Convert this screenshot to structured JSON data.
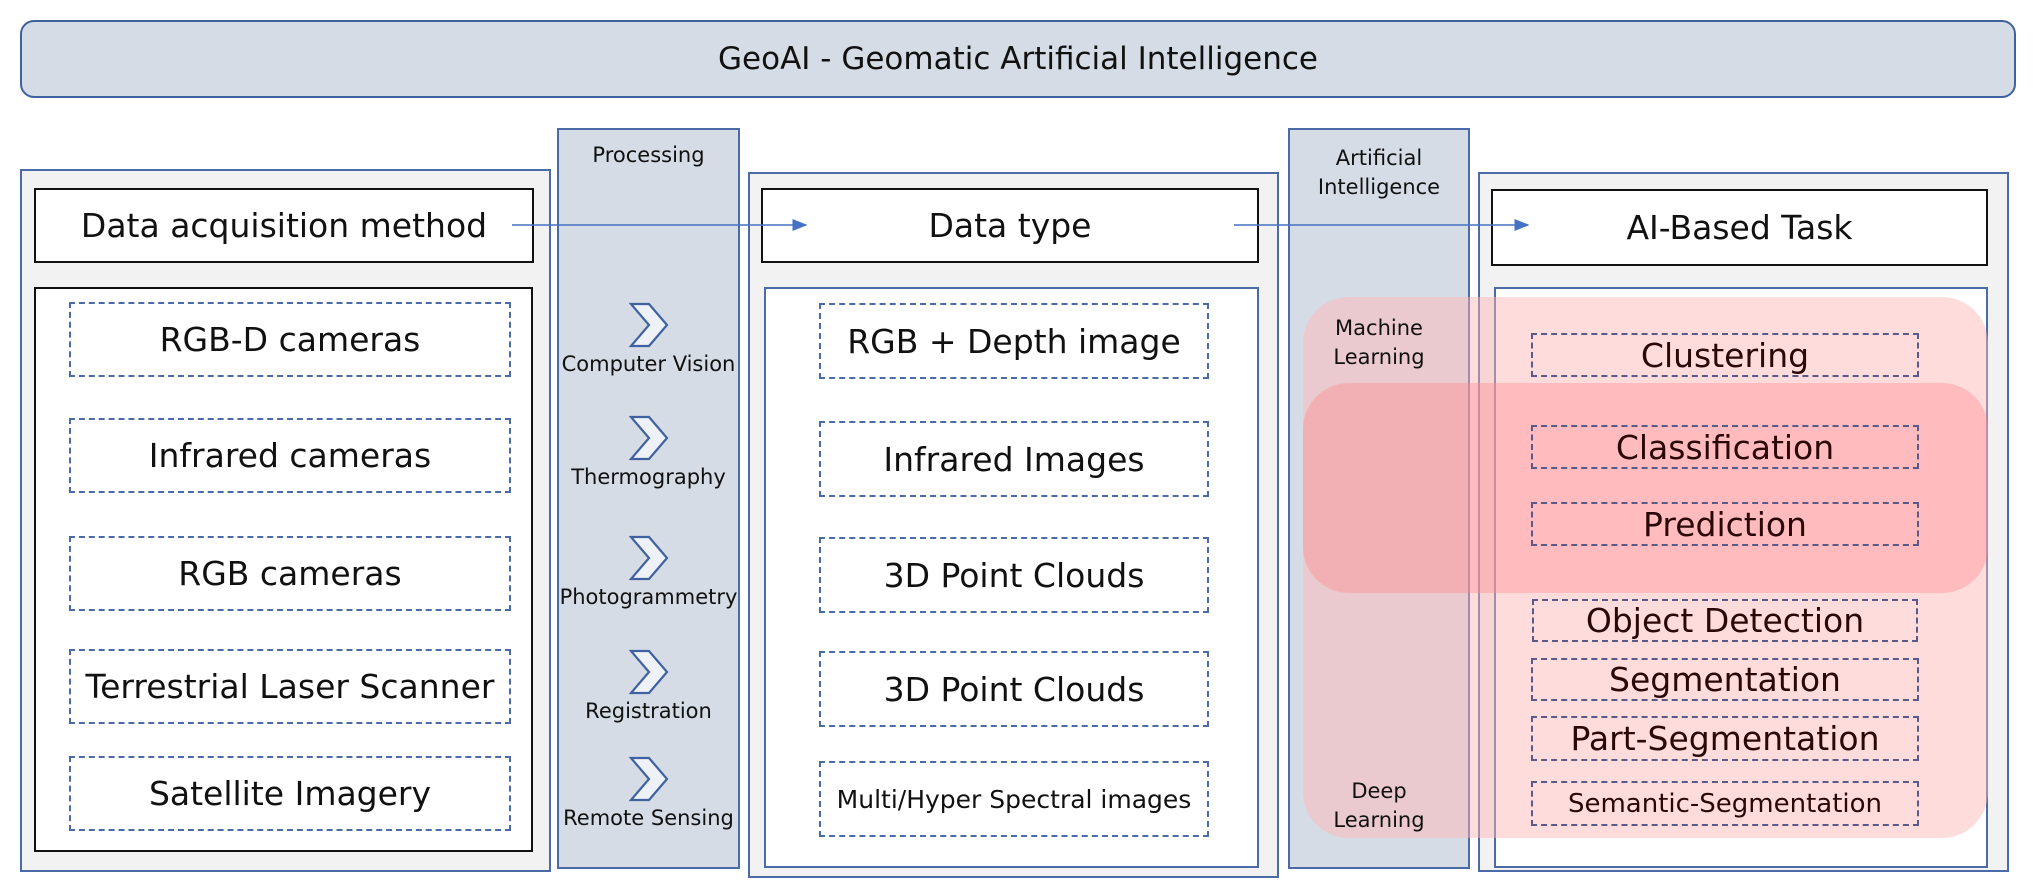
{
  "title": "GeoAI - Geomatic Artificial Intelligence",
  "colors": {
    "accent_blue": "#4a6aa8",
    "strip_fill": "#d6dce5",
    "panel_fill": "#f2f2f2",
    "machine_learning_fill": "#ffd6d6",
    "deep_learning_fill": "#ffb8bc"
  },
  "acquisition": {
    "header": "Data acquisition method",
    "items": [
      "RGB-D cameras",
      "Infrared cameras",
      "RGB cameras",
      "Terrestrial Laser Scanner",
      "Satellite Imagery"
    ]
  },
  "processing": {
    "label": "Processing",
    "icon": "chevron-right-icon",
    "steps": [
      "Computer Vision",
      "Thermography",
      "Photogrammetry",
      "Registration",
      "Remote Sensing"
    ]
  },
  "data_type": {
    "header": "Data type",
    "items": [
      "RGB + Depth image",
      "Infrared Images",
      "3D Point Clouds",
      "3D Point Clouds",
      "Multi/Hyper Spectral images"
    ]
  },
  "ai": {
    "label_line1": "Artificial",
    "label_line2": "Intelligence",
    "machine_learning_line1": "Machine",
    "machine_learning_line2": "Learning",
    "deep_learning_line1": "Deep",
    "deep_learning_line2": "Learning"
  },
  "tasks": {
    "header": "AI-Based Task",
    "items": [
      "Clustering",
      "Classification",
      "Prediction",
      "Object Detection",
      "Segmentation",
      "Part-Segmentation",
      "Semantic-Segmentation"
    ]
  }
}
